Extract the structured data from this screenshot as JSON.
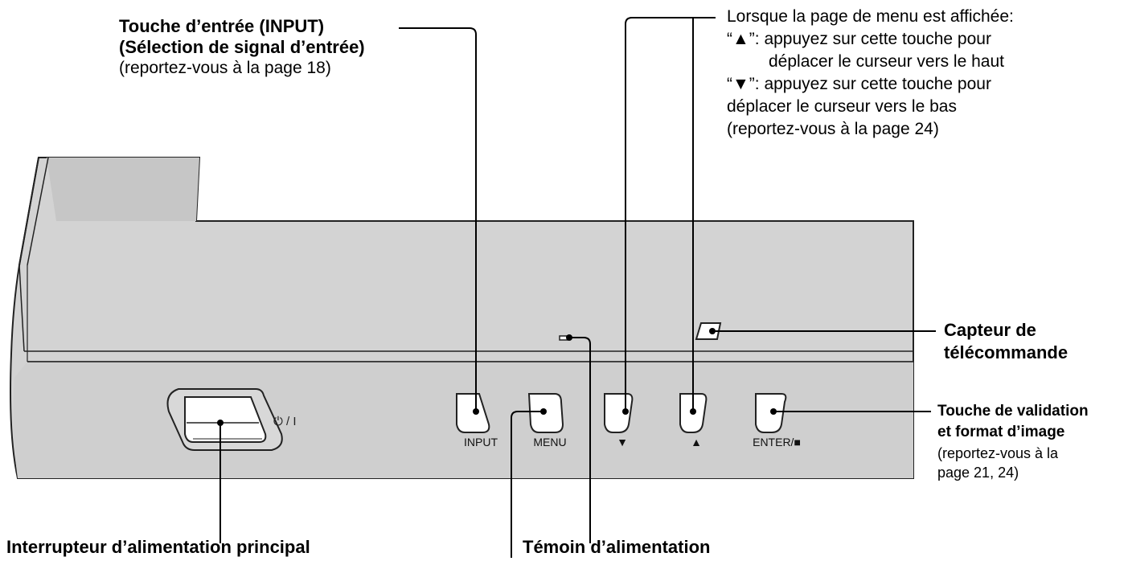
{
  "callouts": {
    "input_key": {
      "line1": "Touche d’entrée (INPUT)",
      "line2": "(Sélection de signal d’entrée)",
      "line3": "(reportez-vous à la page 18)"
    },
    "menu_nav": {
      "line1": "Lorsque la page de menu est affichée:",
      "line2": "“▲”: appuyez sur cette touche pour",
      "line3": "déplacer le curseur vers le haut",
      "line4": "“▼”: appuyez sur cette touche pour",
      "line5": "déplacer le curseur vers le bas",
      "line6": "(reportez-vous à la page 24)"
    },
    "remote_sensor": {
      "line1": "Capteur de",
      "line2": "télécommande"
    },
    "enter_key": {
      "line1": "Touche de validation",
      "line2": "et format d’image",
      "line3": "(reportez-vous à la",
      "line4": "page 21, 24)"
    },
    "main_power": "Interrupteur d’alimentation principal",
    "power_indicator": "Témoin d’alimentation"
  },
  "buttons": {
    "input": "INPUT",
    "menu": "MENU",
    "down": "▼",
    "up": "▲",
    "enter": "ENTER/■"
  },
  "power_symbol": "⏻ / I"
}
